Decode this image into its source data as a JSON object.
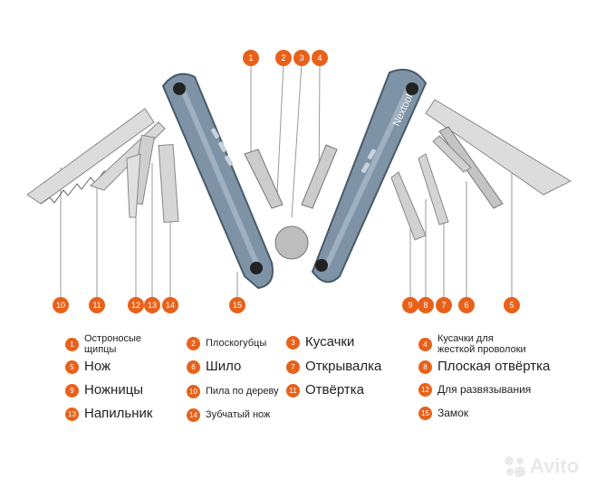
{
  "brand": {
    "handle_logo": "Nextool"
  },
  "accent_color": "#e8611a",
  "legend": [
    {
      "num": "1",
      "label": "Остроносые\nщипцы"
    },
    {
      "num": "2",
      "label": "Плоскогубцы"
    },
    {
      "num": "3",
      "label": "Кусачки"
    },
    {
      "num": "4",
      "label": "Кусачки для\nжесткой проволоки"
    },
    {
      "num": "5",
      "label": "Нож"
    },
    {
      "num": "6",
      "label": "Шило"
    },
    {
      "num": "7",
      "label": "Открывалка"
    },
    {
      "num": "8",
      "label": "Плоская отвёртка"
    },
    {
      "num": "9",
      "label": "Ножницы"
    },
    {
      "num": "10",
      "label": "Пила по дереву"
    },
    {
      "num": "11",
      "label": "Отвёртка"
    },
    {
      "num": "12",
      "label": "Для развязывания"
    },
    {
      "num": "13",
      "label": "Напильник"
    },
    {
      "num": "14",
      "label": "Зубчатый нож"
    },
    {
      "num": "15",
      "label": "Замок"
    }
  ],
  "callouts": [
    "1",
    "2",
    "3",
    "4",
    "5",
    "6",
    "7",
    "8",
    "9",
    "10",
    "11",
    "12",
    "13",
    "14",
    "15"
  ],
  "watermark": "Avito",
  "watermark_icon": "avito-logo-icon"
}
